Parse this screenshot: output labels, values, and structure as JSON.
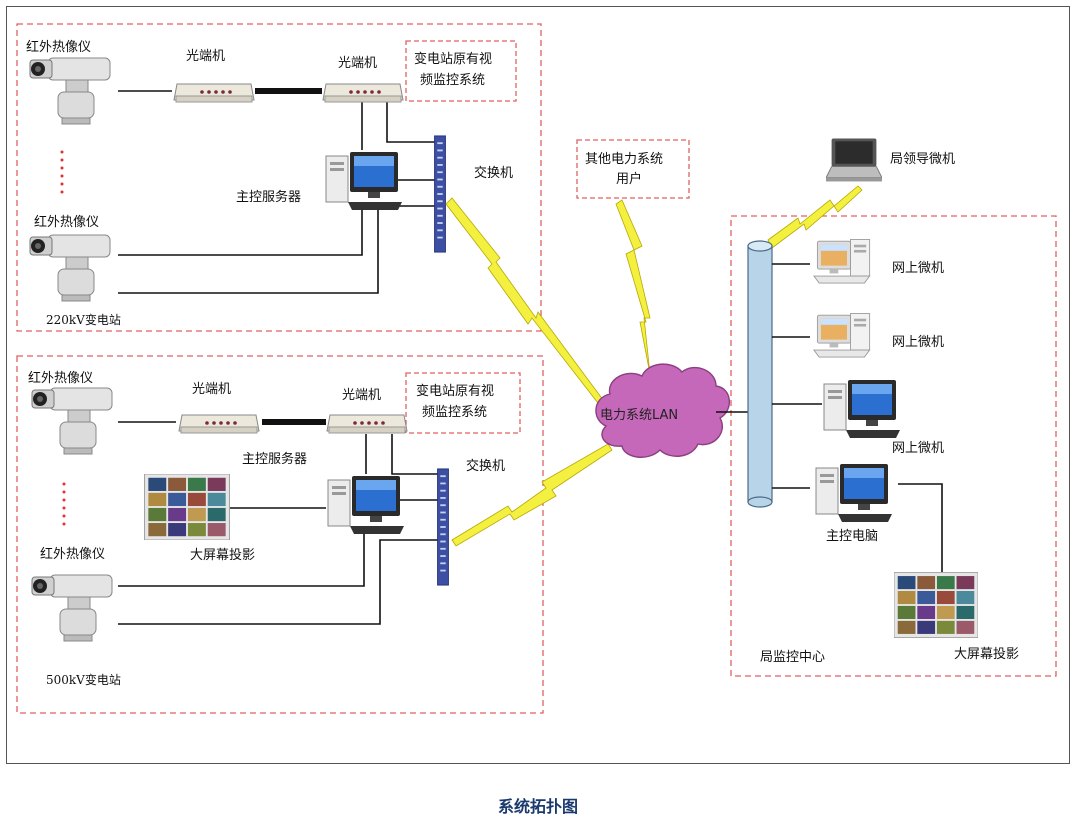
{
  "caption": "系统拓扑图",
  "station_220": {
    "camera_top": "红外热像仪",
    "camera_bottom": "红外热像仪",
    "optical_left": "光端机",
    "optical_right": "光端机",
    "legacy_line1": "变电站原有视",
    "legacy_line2": "频监控系统",
    "switch": "交换机",
    "server": "主控服务器",
    "station_name": "220kV变电站"
  },
  "station_500": {
    "camera_top": "红外热像仪",
    "camera_bottom": "红外热像仪",
    "optical_left": "光端机",
    "optical_right": "光端机",
    "legacy_line1": "变电站原有视",
    "legacy_line2": "频监控系统",
    "switch": "交换机",
    "server": "主控服务器",
    "big_screen": "大屏幕投影",
    "station_name": "500kV变电站"
  },
  "other_users_line1": "其他电力系统",
  "other_users_line2": "用户",
  "lan": "电力系统LAN",
  "bureau": {
    "leader_pc": "局领导微机",
    "online_pc_1": "网上微机",
    "online_pc_2": "网上微机",
    "online_pc_3": "网上微机",
    "master_pc": "主控电脑",
    "big_screen": "大屏幕投影",
    "center_name": "局监控中心"
  }
}
